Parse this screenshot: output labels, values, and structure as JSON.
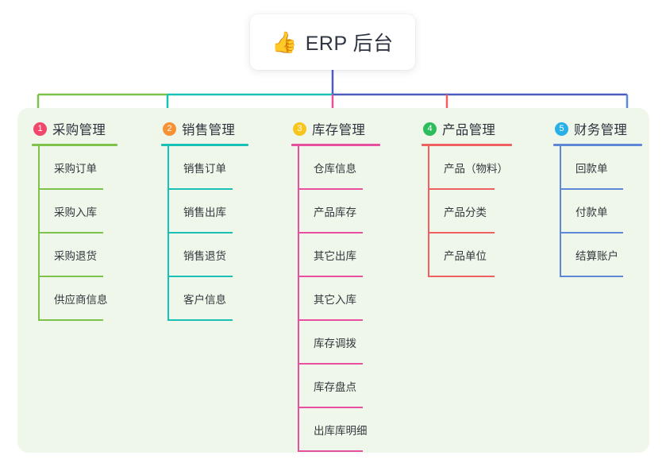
{
  "diagram": {
    "type": "mindmap",
    "title": "ERP 后台",
    "root": {
      "icon": "thumbs-up-icon",
      "icon_glyph": "👍",
      "label": "ERP 后台"
    },
    "panel_background": "#eef7e9",
    "root_connector_color": "#4c5bbd",
    "branches": [
      {
        "index": "1",
        "title": "采购管理",
        "badge_color": "#f0476b",
        "line_color": "#7cc24b",
        "stem_color": "#7cc24b",
        "children": [
          "采购订单",
          "采购入库",
          "采购退货",
          "供应商信息"
        ]
      },
      {
        "index": "2",
        "title": "销售管理",
        "badge_color": "#f79133",
        "line_color": "#18c1b3",
        "stem_color": "#18c1b3",
        "children": [
          "销售订单",
          "销售出库",
          "销售退货",
          "客户信息"
        ]
      },
      {
        "index": "3",
        "title": "库存管理",
        "badge_color": "#f7c51e",
        "line_color": "#e94fa0",
        "stem_color": "#e94fa0",
        "children": [
          "仓库信息",
          "产品库存",
          "其它出库",
          "其它入库",
          "库存调拨",
          "库存盘点",
          "出库库明细"
        ]
      },
      {
        "index": "4",
        "title": "产品管理",
        "badge_color": "#2dbd5c",
        "line_color": "#f06060",
        "stem_color": "#f06060",
        "children": [
          "产品（物料）",
          "产品分类",
          "产品单位"
        ]
      },
      {
        "index": "5",
        "title": "财务管理",
        "badge_color": "#29b0e8",
        "line_color": "#5f87d8",
        "stem_color": "#5f87d8",
        "children": [
          "回款单",
          "付款单",
          "结算账户"
        ]
      }
    ]
  }
}
